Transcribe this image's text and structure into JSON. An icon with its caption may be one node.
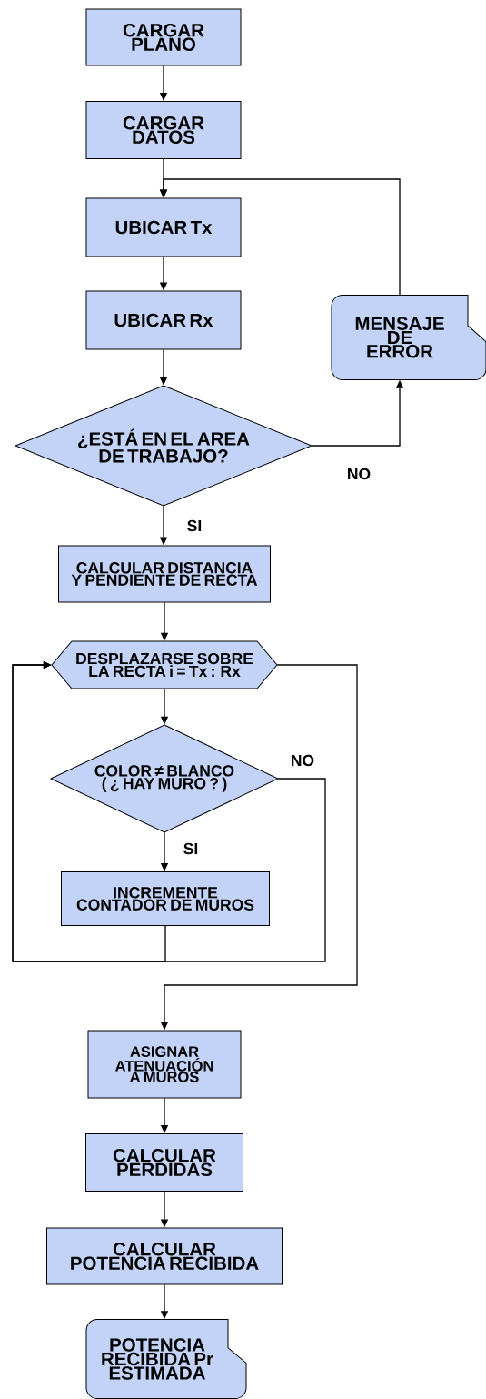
{
  "diagram": {
    "nodes": [
      {
        "text": [
          "CARGAR PLANO"
        ]
      },
      {
        "text": [
          "CARGAR DATOS"
        ]
      },
      {
        "text": [
          "UBICAR Tx"
        ]
      },
      {
        "text": [
          "UBICAR Rx"
        ]
      },
      {
        "text": [
          "¿ESTÁ EN EL AREA DE TRABAJO?"
        ]
      },
      {
        "text": [
          "MENSAJE DE ERROR"
        ]
      },
      {
        "text": [
          "CALCULAR DISTANCIA Y PENDIENTE DE RECTA"
        ]
      },
      {
        "text": [
          "DESPLAZARSE SOBRE LA RECTA i = Tx : Rx"
        ]
      },
      {
        "text": [
          "COLOR ≠ BLANCO ( ¿ HAY MURO ? )"
        ]
      },
      {
        "text": [
          "INCREMENTE CONTADOR DE MUROS"
        ]
      },
      {
        "text": [
          "ASIGNAR ATENUACIÓN A MUROS"
        ]
      },
      {
        "text": [
          "CALCULAR PERDIDAS"
        ]
      },
      {
        "text": [
          "CALCULAR POTENCIA RECIBIDA"
        ]
      },
      {
        "text": [
          "POTENCIA RECIBIDA Pr ESTIMADA"
        ]
      }
    ],
    "edges": [
      {
        "from": 0,
        "to": 1,
        "arrow": "to"
      },
      {
        "from": 1,
        "to": 2,
        "arrow": "to"
      },
      {
        "from": 2,
        "to": 3,
        "arrow": "to"
      },
      {
        "from": 3,
        "to": 4,
        "arrow": "to"
      },
      {
        "from": 4,
        "to": 5,
        "arrow": "to",
        "label": "NO"
      },
      {
        "from": 5,
        "to": 2,
        "arrow": "to"
      },
      {
        "from": 4,
        "to": 6,
        "arrow": "to",
        "label": "SI"
      },
      {
        "from": 6,
        "to": 7,
        "arrow": "to"
      },
      {
        "from": 7,
        "to": 8,
        "arrow": "to"
      },
      {
        "from": 8,
        "to": 9,
        "arrow": "to",
        "label": "SI"
      },
      {
        "from": 8,
        "to": 7,
        "arrow": "to",
        "label": "NO"
      },
      {
        "from": 9,
        "to": 7,
        "arrow": "to"
      },
      {
        "from": 7,
        "to": 10,
        "arrow": "to"
      },
      {
        "from": 10,
        "to": 11,
        "arrow": "to"
      },
      {
        "from": 11,
        "to": 12,
        "arrow": "to"
      },
      {
        "from": 12,
        "to": 13,
        "arrow": "to"
      }
    ]
  }
}
